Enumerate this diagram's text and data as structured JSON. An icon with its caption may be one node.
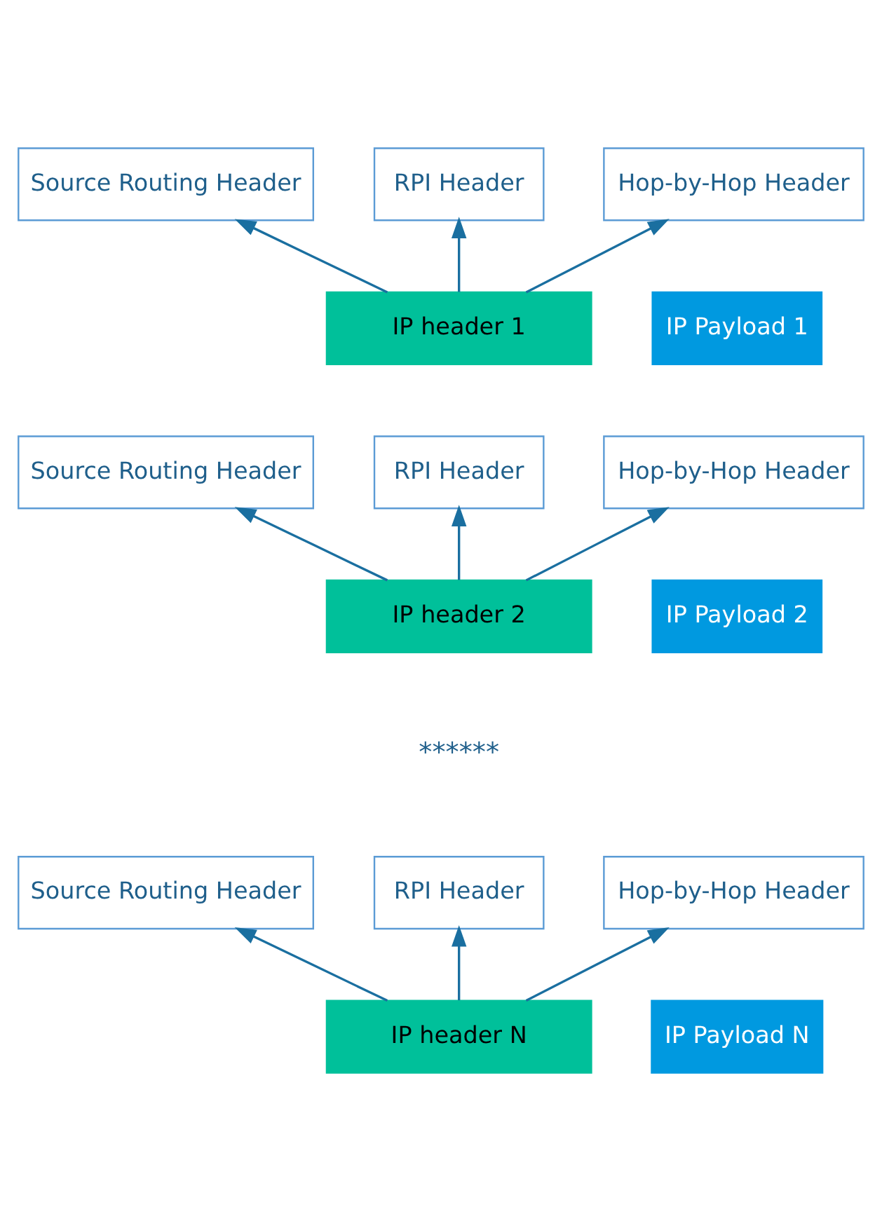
{
  "diagram": {
    "nodes": [
      {
        "text": [
          "Source Routing Header"
        ]
      },
      {
        "text": [
          "RPI Header"
        ]
      },
      {
        "text": [
          "Hop-by-Hop Header"
        ]
      },
      {
        "text": [
          "IP header 1"
        ]
      },
      {
        "text": [
          "IP Payload 1"
        ]
      },
      {
        "text": [
          "Source Routing Header"
        ]
      },
      {
        "text": [
          "RPI Header"
        ]
      },
      {
        "text": [
          "Hop-by-Hop Header"
        ]
      },
      {
        "text": [
          "IP header 2"
        ]
      },
      {
        "text": [
          "IP Payload 2"
        ]
      },
      {
        "text": [
          "Source Routing Header"
        ]
      },
      {
        "text": [
          "RPI Header"
        ]
      },
      {
        "text": [
          "Hop-by-Hop Header"
        ]
      },
      {
        "text": [
          "IP header N"
        ]
      },
      {
        "text": [
          "IP Payload N"
        ]
      }
    ],
    "edges": [
      {
        "from": 3,
        "to": 0,
        "arrow": "to"
      },
      {
        "from": 3,
        "to": 1,
        "arrow": "to"
      },
      {
        "from": 3,
        "to": 2,
        "arrow": "to"
      },
      {
        "from": 8,
        "to": 5,
        "arrow": "to"
      },
      {
        "from": 8,
        "to": 6,
        "arrow": "to"
      },
      {
        "from": 8,
        "to": 7,
        "arrow": "to"
      },
      {
        "from": 13,
        "to": 10,
        "arrow": "to"
      },
      {
        "from": 13,
        "to": 11,
        "arrow": "to"
      },
      {
        "from": 13,
        "to": 12,
        "arrow": "to"
      }
    ],
    "labels": [
      "******"
    ]
  }
}
